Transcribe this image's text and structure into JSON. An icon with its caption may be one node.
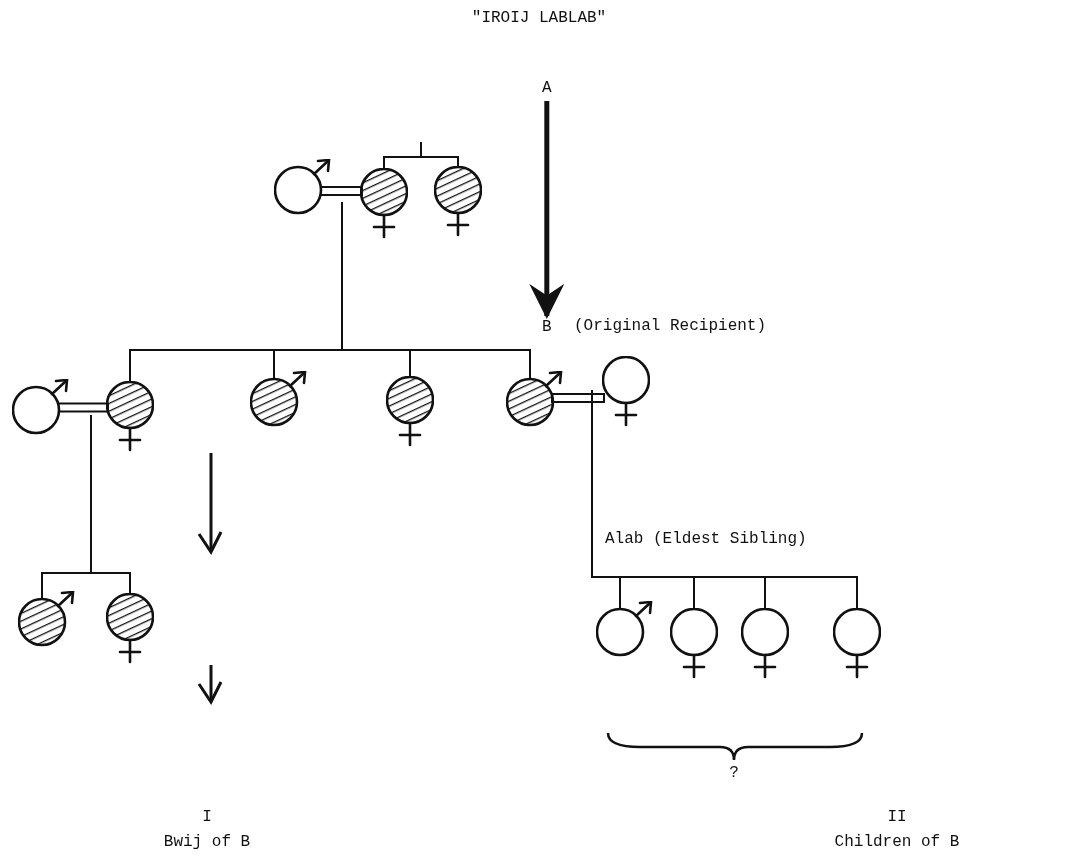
{
  "diagram": {
    "title": "\"IROIJ LABLAB\"",
    "nodes": [
      {
        "text": [
          "A"
        ]
      },
      {
        "text": [
          "B"
        ],
        "beside": [
          "(Original Recipient)"
        ]
      },
      {
        "text": [],
        "shape": "circle"
      },
      {
        "text": [],
        "shape": "circle"
      },
      {
        "text": [],
        "shape": "circle"
      },
      {
        "text": [],
        "shape": "circle"
      },
      {
        "text": [],
        "shape": "circle"
      },
      {
        "text": [],
        "shape": "circle"
      },
      {
        "text": [],
        "shape": "circle"
      },
      {
        "text": [],
        "shape": "circle"
      },
      {
        "text": [],
        "shape": "circle"
      },
      {
        "text": [],
        "shape": "circle"
      },
      {
        "text": [],
        "shape": "circle"
      },
      {
        "text": [],
        "shape": "circle"
      },
      {
        "text": [],
        "shape": "circle"
      },
      {
        "text": [],
        "shape": "circle"
      },
      {
        "text": [],
        "shape": "circle"
      }
    ],
    "edges": [
      {
        "from": 0,
        "to": 1,
        "arrow": "to",
        "style": "thick"
      },
      {
        "from": 2,
        "to": 3,
        "arrow": "none"
      },
      {
        "from": null,
        "to": 3,
        "arrow": "none"
      },
      {
        "from": null,
        "to": 4,
        "arrow": "none"
      },
      {
        "from": 3,
        "to": 6,
        "arrow": "none"
      },
      {
        "from": 3,
        "to": 7,
        "arrow": "none"
      },
      {
        "from": 3,
        "to": 8,
        "arrow": "none"
      },
      {
        "from": 3,
        "to": 9,
        "arrow": "none"
      },
      {
        "from": 5,
        "to": 6,
        "arrow": "none"
      },
      {
        "from": 6,
        "to": 11,
        "arrow": "none"
      },
      {
        "from": 6,
        "to": 12,
        "arrow": "none"
      },
      {
        "from": 9,
        "to": 10,
        "arrow": "none"
      },
      {
        "from": 10,
        "to": 13,
        "arrow": "none"
      },
      {
        "from": 10,
        "to": 14,
        "arrow": "none"
      },
      {
        "from": 10,
        "to": 15,
        "arrow": "none"
      },
      {
        "from": 10,
        "to": 16,
        "arrow": "none"
      }
    ],
    "labels": [
      "Alab (Eldest Sibling)",
      "?",
      "I",
      "II",
      "Bwij of B",
      "Children of B"
    ]
  }
}
